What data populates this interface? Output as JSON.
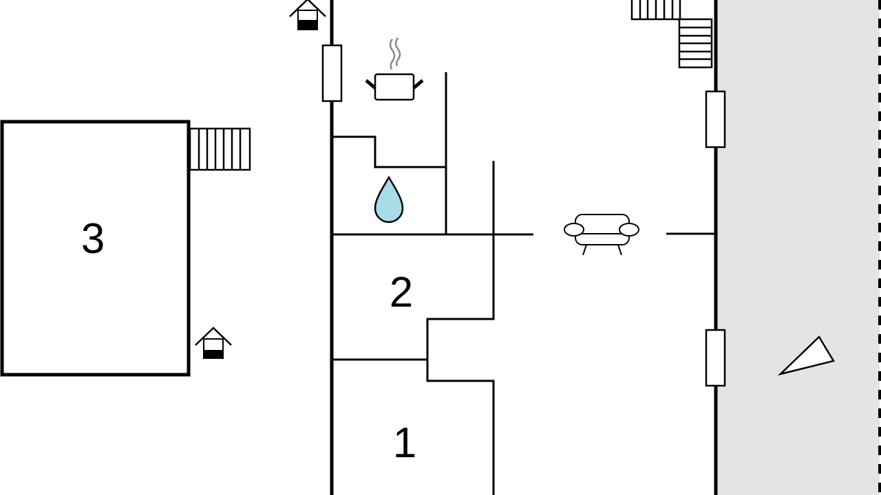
{
  "floorplan": {
    "rooms": [
      {
        "id": "room-1",
        "label": "1"
      },
      {
        "id": "room-2",
        "label": "2"
      },
      {
        "id": "room-3",
        "label": "3"
      }
    ],
    "icons": [
      "entrance-icon",
      "kitchen-pot-icon",
      "bathroom-drop-icon",
      "sofa-icon",
      "stairs-icon",
      "north-arrow-icon",
      "window-icon"
    ],
    "colors": {
      "terrace": "#e4e4e4",
      "water": "#a8dce8",
      "steam": "#888888",
      "wall": "#000000"
    }
  }
}
